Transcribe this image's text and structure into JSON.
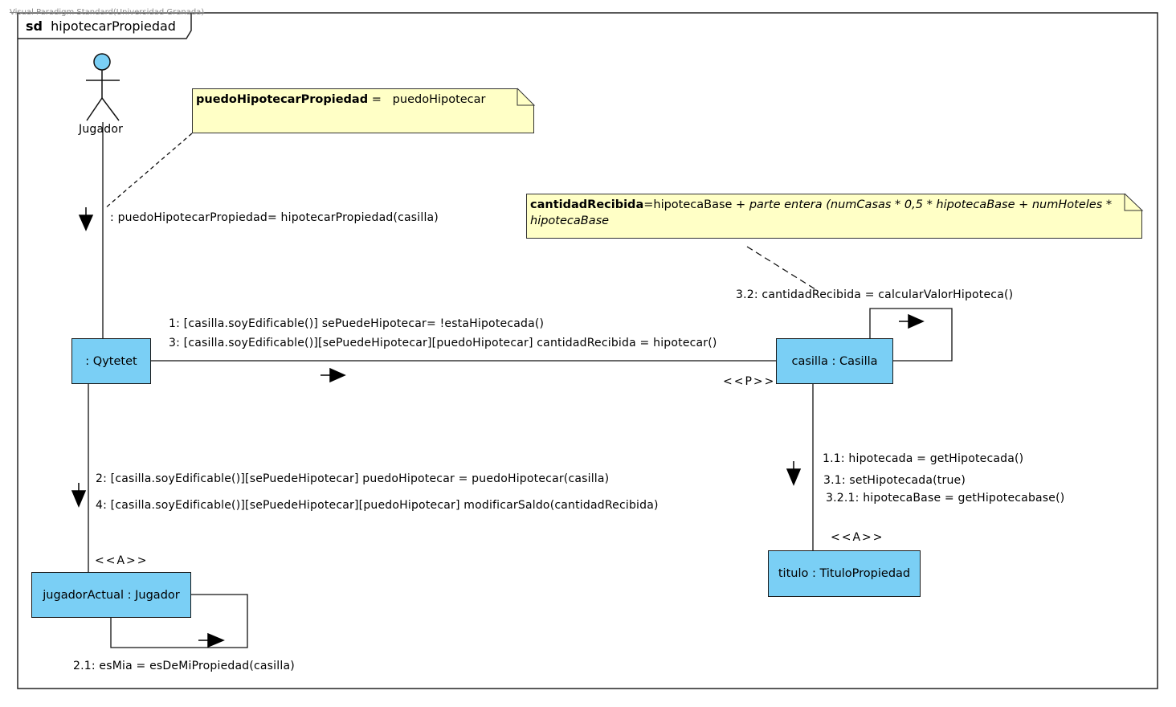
{
  "watermark": "Visual Paradigm Standard(Universidad Granada)",
  "frame": {
    "keyword": "sd",
    "name": "hipotecarPropiedad"
  },
  "actor": {
    "name": "Jugador",
    "color": "#7acff5"
  },
  "objects": {
    "qytetet": ": Qytetet",
    "casilla": "casilla : Casilla",
    "titulo": "titulo : TituloPropiedad",
    "jugador": "jugadorActual : Jugador"
  },
  "stereotypes": {
    "casilla_link": "<<P>>",
    "titulo_link": "<<A>>",
    "jugador_link": "<<A>>"
  },
  "notes": {
    "note1": {
      "bold": "puedoHipotecarPropiedad",
      "rest": " =   puedoHipotecar"
    },
    "note2": {
      "bold": "cantidadRecibida",
      "plain": "=hipotecaBase + ",
      "italic": "parte entera (numCasas * 0,5 * hipotecaBase + numHoteles * hipotecaBase"
    }
  },
  "messages": {
    "actor_to_qytetet": ": puedoHipotecarPropiedad= hipotecarPropiedad(casilla)",
    "q_to_c_1": "1: [casilla.soyEdificable()] sePuedeHipotecar= !estaHipotecada()",
    "q_to_c_3": "3: [casilla.soyEdificable()][sePuedeHipotecar][puedoHipotecar] cantidadRecibida = hipotecar()",
    "c_self_32": "3.2: cantidadRecibida = calcularValorHipoteca()",
    "c_to_t_11": "1.1: hipotecada = getHipotecada()",
    "c_to_t_31": "3.1: setHipotecada(true)",
    "c_to_t_321": "3.2.1: hipotecaBase = getHipotecabase()",
    "q_to_j_2": "2: [casilla.soyEdificable()][sePuedeHipotecar] puedoHipotecar = puedoHipotecar(casilla)",
    "q_to_j_4": "4: [casilla.soyEdificable()][sePuedeHipotecar][puedoHipotecar] modificarSaldo(cantidadRecibida)",
    "j_self_21": "2.1: esMia = esDeMiPropiedad(casilla)"
  }
}
